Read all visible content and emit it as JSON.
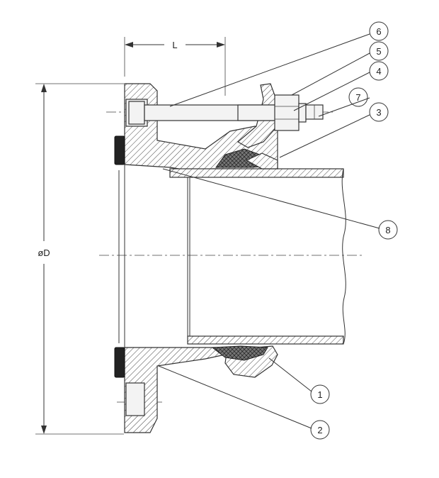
{
  "dimensions": {
    "length_label": "L",
    "diameter_label": "øD"
  },
  "callouts": [
    {
      "number": "1"
    },
    {
      "number": "2"
    },
    {
      "number": "3"
    },
    {
      "number": "4"
    },
    {
      "number": "5"
    },
    {
      "number": "6"
    },
    {
      "number": "7"
    },
    {
      "number": "8"
    }
  ],
  "colors": {
    "line": "#333333",
    "gasket_dark": "#222222",
    "background": "#ffffff"
  }
}
